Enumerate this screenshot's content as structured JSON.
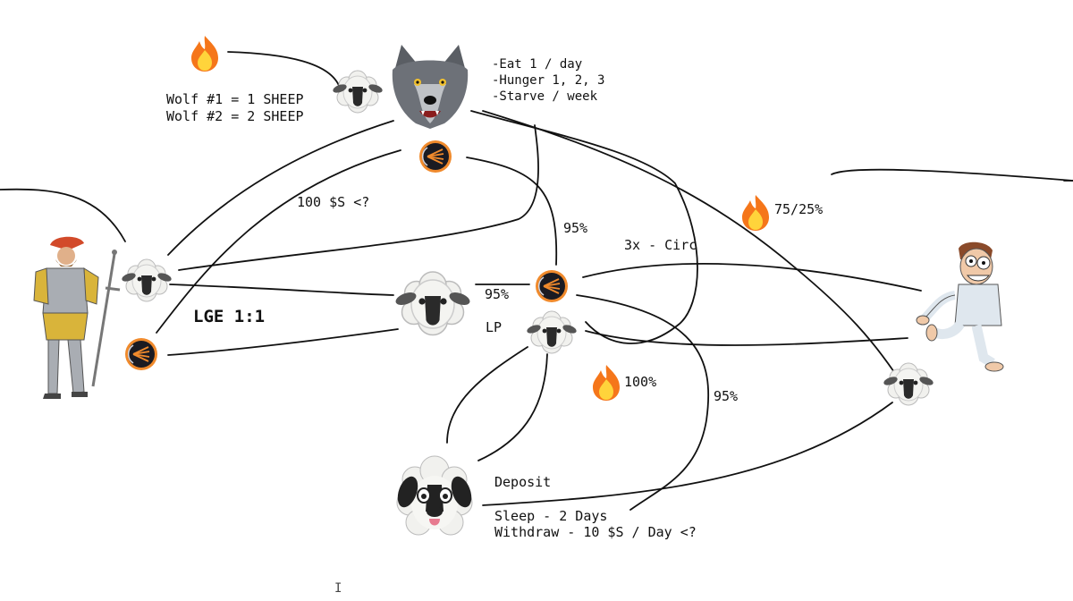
{
  "labels": {
    "wolf_rule_1": "Wolf #1 = 1 SHEEP",
    "wolf_rule_2": "Wolf #2 = 2 SHEEP",
    "wolf_note_1": "-Eat 1 / day",
    "wolf_note_2": "-Hunger 1, 2, 3",
    "wolf_note_3": "-Starve / week",
    "price_question": "100 $S <?",
    "lge": "LGE 1:1",
    "pct_95_top": "95%",
    "circ": "3x - Circ",
    "split": "75/25%",
    "pct_95_lp": "95%",
    "lp": "LP",
    "burn_100": "100%",
    "pct_95_right": "95%",
    "deposit": "Deposit",
    "sleep": "Sleep - 2 Days",
    "withdraw": "Withdraw - 10 $S / Day <?"
  },
  "icons": {
    "fire": "fire-icon",
    "wolf": "wolf-icon",
    "sheep": "sheep-icon",
    "token": "token-icon",
    "knight": "knight-icon",
    "dog": "sheepdog-icon",
    "madman": "madman-icon"
  },
  "colors": {
    "ink": "#111111",
    "fire_outer": "#f5761a",
    "fire_inner": "#ffd43b",
    "token_dark": "#1b1b22",
    "token_ring": "#f08a2c",
    "wolf_gray": "#6d7178",
    "wool": "#f1f1ee"
  }
}
